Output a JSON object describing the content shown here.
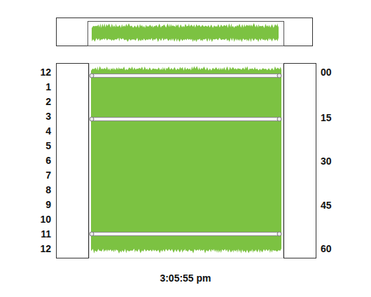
{
  "diagram": {
    "caption": "3:05:55 pm",
    "labels": [
      "12",
      "1",
      "2",
      "3",
      "4",
      "5",
      "6",
      "7",
      "8",
      "9",
      "10",
      "11",
      "12",
      "00",
      "15",
      "30",
      "45",
      "60"
    ]
  }
}
